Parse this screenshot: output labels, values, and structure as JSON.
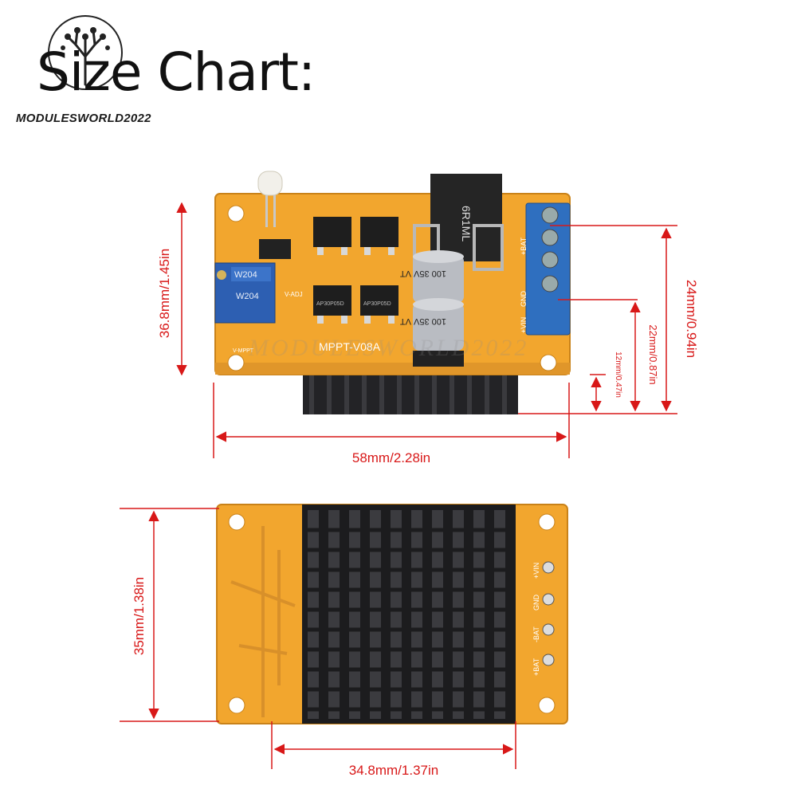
{
  "header": {
    "title": "Size Chart:",
    "brand": "MODULESWORLD2022"
  },
  "watermark": "MODULESWORLD2022",
  "top_view": {
    "board_label": "MPPT-V08A",
    "inductor_label": "6R1ML",
    "capacitor_label_1": "100 35V VT",
    "capacitor_label_2": "100 35V VT",
    "pot_label": "W204",
    "mosfet_label": "AP30P05D",
    "silk_labels": {
      "v_adj": "V-ADJ",
      "v_mppt": "V-MPPT",
      "bat_plus": "+BAT",
      "gnd": "GND",
      "vin_plus": "+VIN"
    },
    "dimensions": {
      "height": "36.8mm/1.45in",
      "width": "58mm/2.28in",
      "depth_total": "24mm/0.94in",
      "depth_heatsink": "22mm/0.87in",
      "depth_fins": "12mm/0.47in"
    }
  },
  "bottom_view": {
    "silk_labels": {
      "vin_plus": "+VIN",
      "gnd": "GND",
      "bat_minus": "-BAT",
      "bat_plus": "+BAT"
    },
    "dimensions": {
      "height": "35mm/1.38in",
      "heatsink_width": "34.8mm/1.37in"
    }
  },
  "colors": {
    "pcb": "#f2a62e",
    "heatsink": "#1c1c1e",
    "terminal": "#2f6fbf",
    "dimension": "#d81818"
  }
}
